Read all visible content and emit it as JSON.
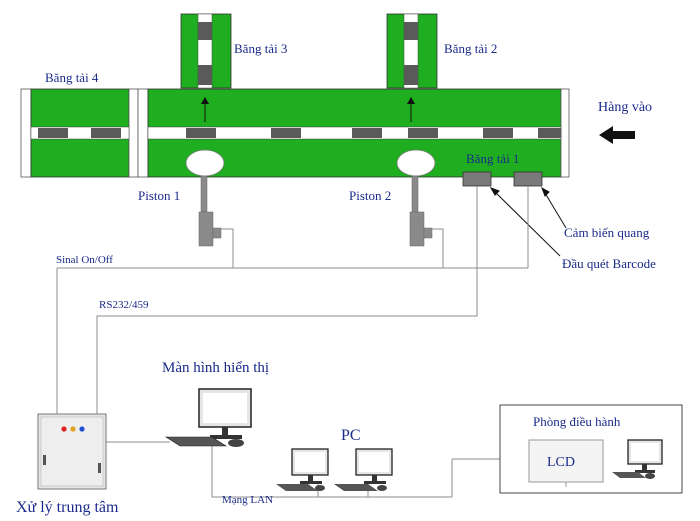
{
  "conveyors": {
    "belt4": "Băng tải 4",
    "belt3": "Băng tải 3",
    "belt2": "Băng tải 2",
    "belt1": "Băng tải 1"
  },
  "input_label": "Hàng vào",
  "pistons": {
    "p1": "Piston 1",
    "p2": "Piston 2"
  },
  "sensors": {
    "optical": "Cảm biến quang",
    "barcode": "Đầu quét Barcode"
  },
  "signals": {
    "onoff": "Sinal On/Off",
    "serial": "RS232/459"
  },
  "devices": {
    "display": "Màn hình hiển thị",
    "pc": "PC",
    "control_room": "Phòng điều hành",
    "lcd": "LCD",
    "lan": "Mạng LAN",
    "controller": "Xử lý trung tâm"
  },
  "colors": {
    "belt": "#1fae1f",
    "wire": "#8c8c8c",
    "label": "#1a2a8a",
    "item": "#5a5a5a"
  }
}
